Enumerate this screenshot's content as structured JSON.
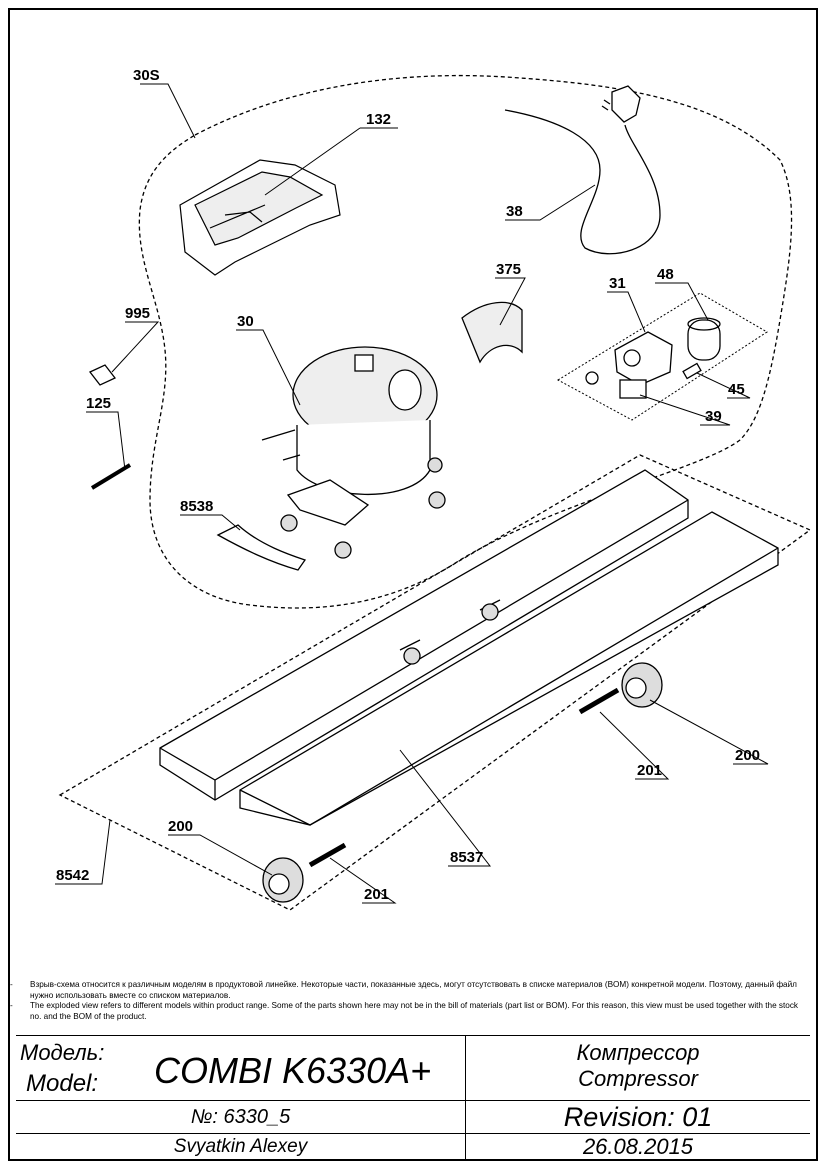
{
  "callouts": {
    "c30s": "30S",
    "c132": "132",
    "c38": "38",
    "c375": "375",
    "c48": "48",
    "c31": "31",
    "c45": "45",
    "c39": "39",
    "c995": "995",
    "c30": "30",
    "c125": "125",
    "c8538": "8538",
    "c200a": "200",
    "c201a": "201",
    "c200b": "200",
    "c201b": "201",
    "c8537": "8537",
    "c8542": "8542"
  },
  "notes": {
    "dash": "-",
    "ru": "Взрыв-схема относится к различным моделям в продуктовой линейке. Некоторые части, показанные здесь, могут отсутствовать в списке материалов (BOM) конкретной модели. Поэтому, данный файл нужно использовать вместе со списком материалов.",
    "en": "The exploded view refers to different models within product range. Some of the parts shown here may not be in the bill of materials (part list or BOM). For this reason, this view must be used together with the stock no. and the BOM of the product."
  },
  "title_block": {
    "model_label_ru": "Модель:",
    "model_label_en": "Model:",
    "model_value": "COMBI K6330A+",
    "part_ru": "Компрессор",
    "part_en": "Compressor",
    "number": "№: 6330_5",
    "revision": "Revision: 01",
    "author": "Svyatkin Alexey",
    "date": "26.08.2015"
  }
}
